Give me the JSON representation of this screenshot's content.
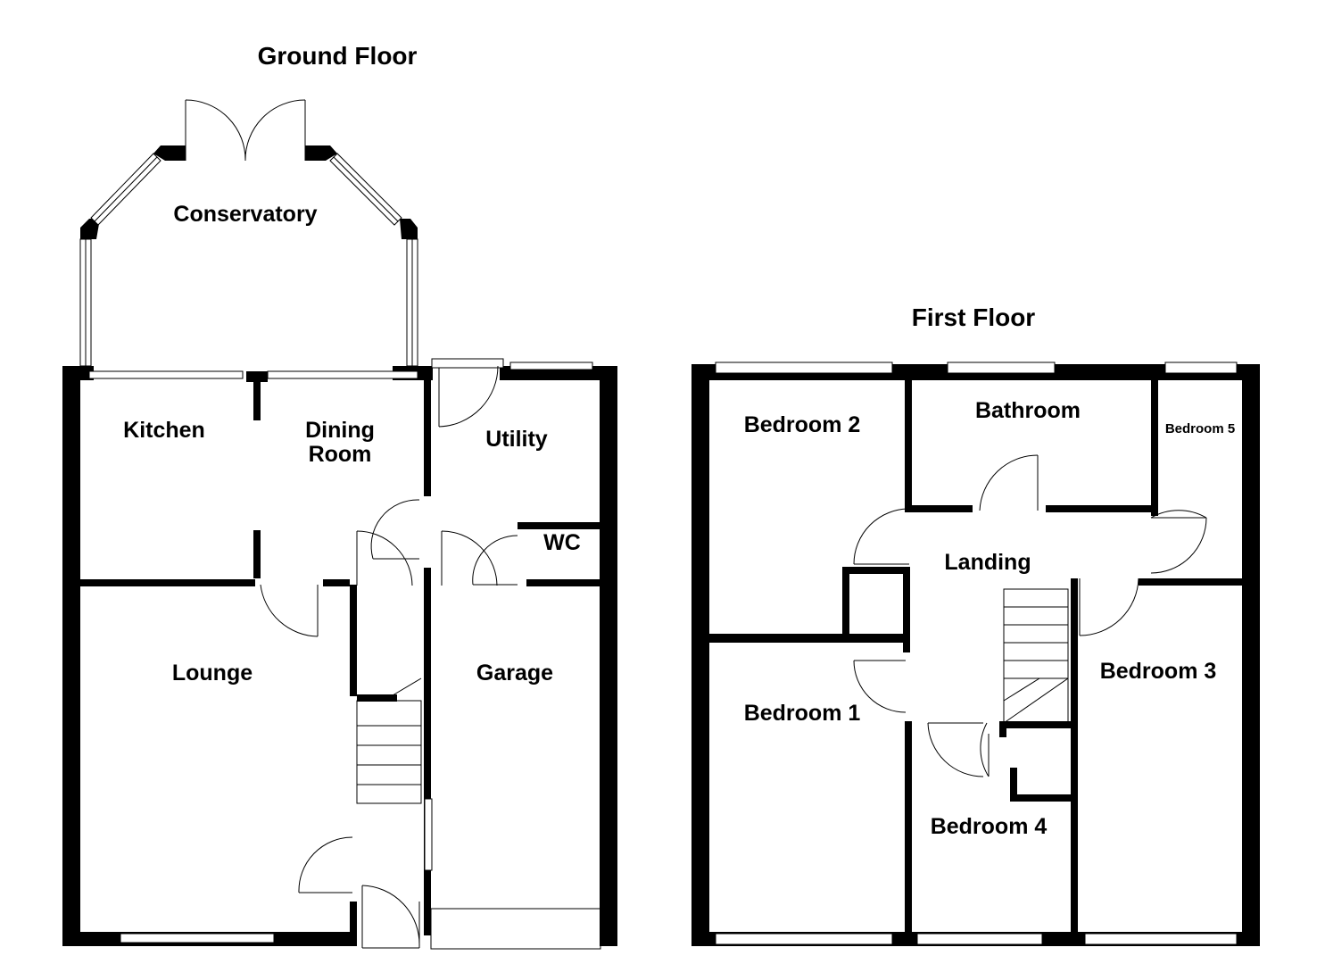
{
  "plan": {
    "ground_floor": {
      "title": "Ground Floor",
      "rooms": {
        "conservatory": "Conservatory",
        "kitchen": "Kitchen",
        "dining_line1": "Dining",
        "dining_line2": "Room",
        "utility": "Utility",
        "wc": "WC",
        "lounge": "Lounge",
        "garage": "Garage"
      }
    },
    "first_floor": {
      "title": "First Floor",
      "rooms": {
        "bedroom2": "Bedroom 2",
        "bathroom": "Bathroom",
        "bedroom5": "Bedroom 5",
        "landing": "Landing",
        "bedroom3": "Bedroom 3",
        "bedroom1": "Bedroom 1",
        "bedroom4": "Bedroom 4"
      }
    }
  }
}
